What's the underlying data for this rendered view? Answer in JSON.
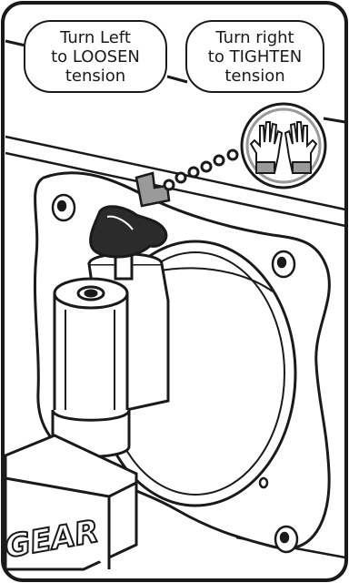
{
  "instructions": {
    "left": {
      "lines": [
        "Turn Left",
        "to LOOSEN",
        "tension"
      ]
    },
    "right": {
      "lines": [
        "Turn right",
        "to TIGHTEN",
        "tension"
      ]
    }
  },
  "brand_text": "GEAR",
  "icons": {
    "glove_badge": "gloves-icon",
    "direction_marker": "knob-direction-arrow-icon"
  },
  "colors": {
    "line": "#1a1a1a",
    "fill_gray": "#9a9a9a",
    "knob_dark": "#2b2b2b",
    "background": "#ffffff"
  }
}
